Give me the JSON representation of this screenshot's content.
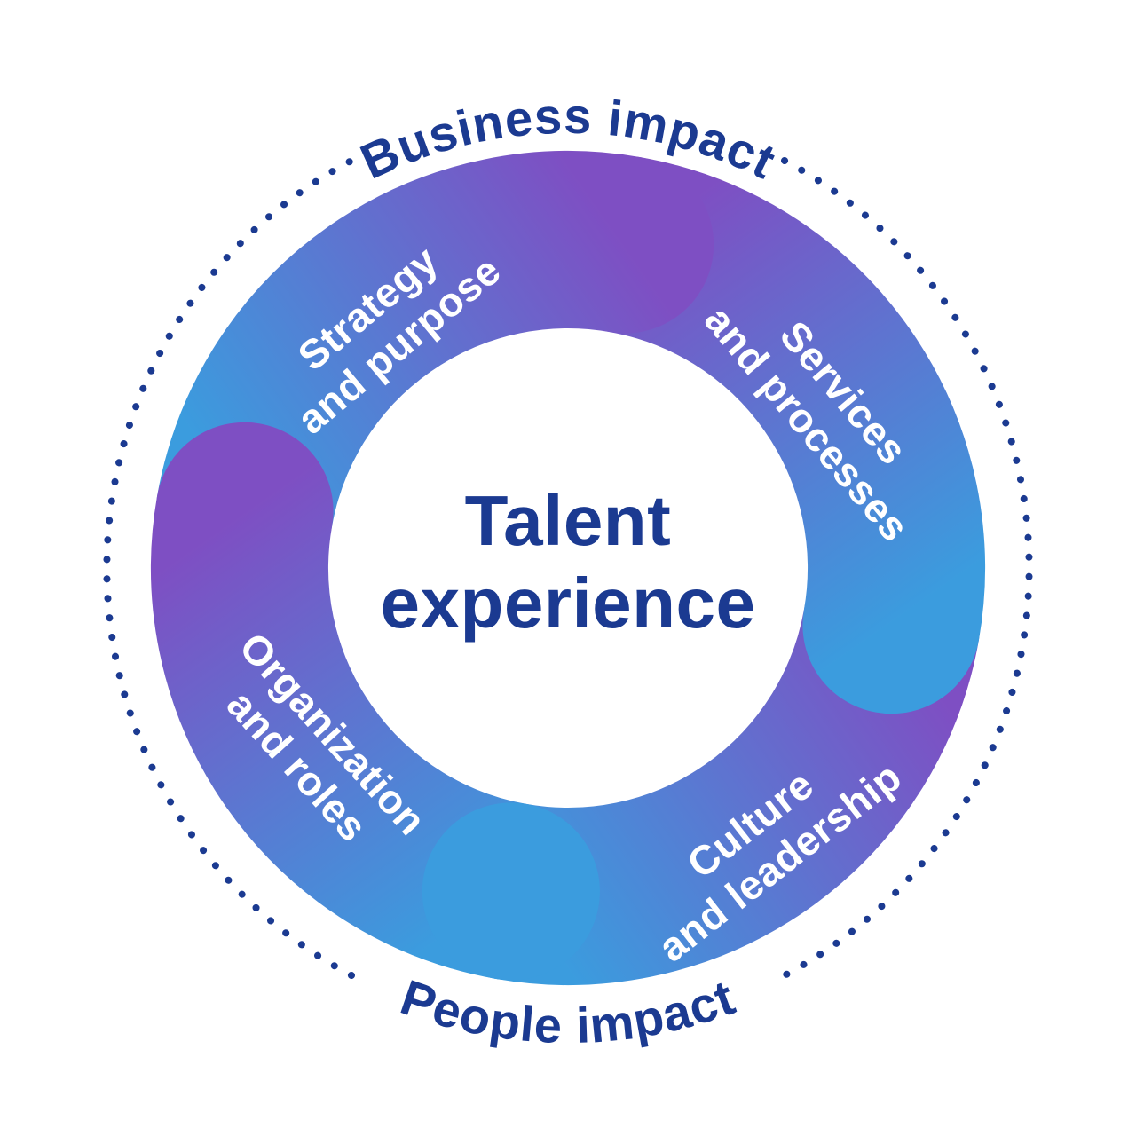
{
  "center": {
    "line1": "Talent",
    "line2": "experience"
  },
  "outer": {
    "top_label": "Business impact",
    "bottom_label": "People impact"
  },
  "segments": {
    "strategy": {
      "line1": "Strategy",
      "line2": "and purpose"
    },
    "services": {
      "line1": "Services",
      "line2": "and processes"
    },
    "culture": {
      "line1": "Culture",
      "line2": "and leadership"
    },
    "organization": {
      "line1": "Organization",
      "line2": "and roles"
    }
  },
  "colors": {
    "blue": "#3b9cde",
    "purple": "#7e4fc3",
    "navy": "#1b3a91",
    "label_text": "#ffffff",
    "background": "#ffffff"
  }
}
